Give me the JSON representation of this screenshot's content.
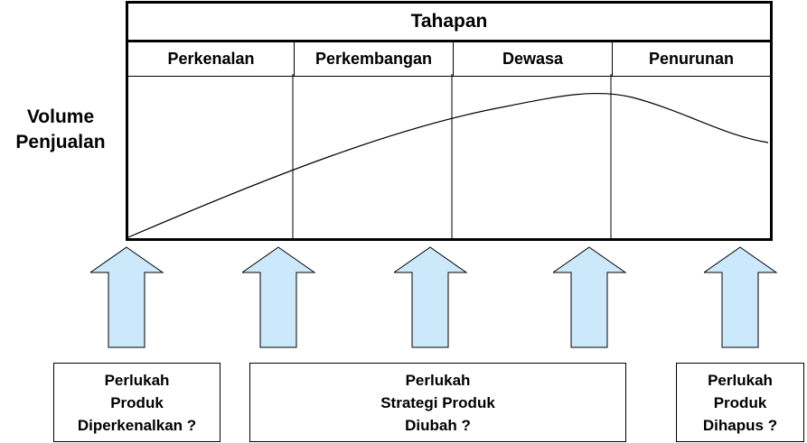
{
  "title": "Tahapan",
  "y_axis_label": [
    "Volume",
    "Penjualan"
  ],
  "stages": [
    "Perkenalan",
    "Perkembangan",
    "Dewasa",
    "Penurunan"
  ],
  "boxes": [
    {
      "lines": [
        "Perlukah",
        "Produk",
        "Diperkenalkan ?"
      ]
    },
    {
      "lines": [
        "Perlukah",
        "Strategi Produk",
        "Diubah ?"
      ]
    },
    {
      "lines": [
        "Perlukah",
        "Produk",
        "Dihapus ?"
      ]
    }
  ],
  "colors": {
    "arrow_fill": "#cce8fb",
    "line": "#000000"
  },
  "icons": [
    "up-arrow-icon"
  ]
}
